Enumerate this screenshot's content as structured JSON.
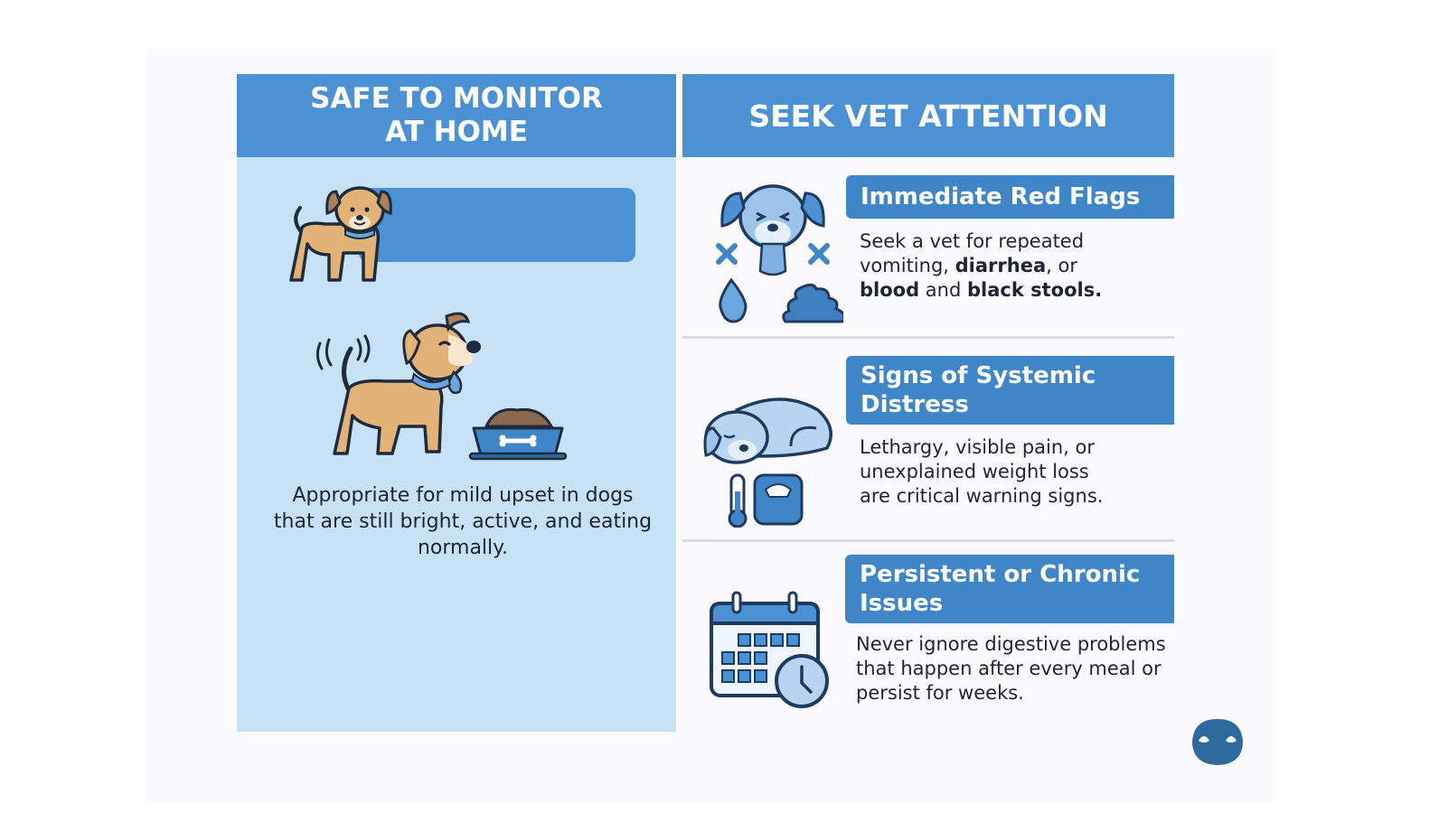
{
  "left_panel": {
    "header": "SAFE TO MONITOR AT HOME",
    "description": "Appropriate for mild upset in dogs that are still bright, active, and eating normally.",
    "icons": [
      "standing-dog-icon",
      "happy-dog-walking-icon",
      "food-bowl-icon"
    ]
  },
  "right_panel": {
    "header": "SEEK VET ATTENTION",
    "sections": [
      {
        "title": "Immediate Red Flags",
        "body_parts": [
          {
            "text": "Seek a vet for repeated vomiting, ",
            "bold": false
          },
          {
            "text": "diarrhea",
            "bold": true
          },
          {
            "text": ", or ",
            "bold": false
          },
          {
            "text": "blood",
            "bold": true
          },
          {
            "text": " and ",
            "bold": false
          },
          {
            "text": "black stools.",
            "bold": true
          }
        ],
        "icon": "sick-dog-vomiting-icon"
      },
      {
        "title": "Signs of Systemic Distress",
        "body": "Lethargy, visible pain, or unexplained weight loss are critical warning signs.",
        "icon": "sleeping-dog-thermometer-scale-icon"
      },
      {
        "title": "Persistent or Chronic Issues",
        "body": "Never ignore digestive problems that happen after every meal or persist for weeks.",
        "icon": "calendar-clock-icon"
      }
    ]
  },
  "colors": {
    "header_blue": "#4b91d3",
    "section_title_blue": "#3f86c8",
    "left_bg": "#c7e2f6",
    "text_dark": "#1d2433",
    "logo_blue": "#2f6a9e"
  }
}
